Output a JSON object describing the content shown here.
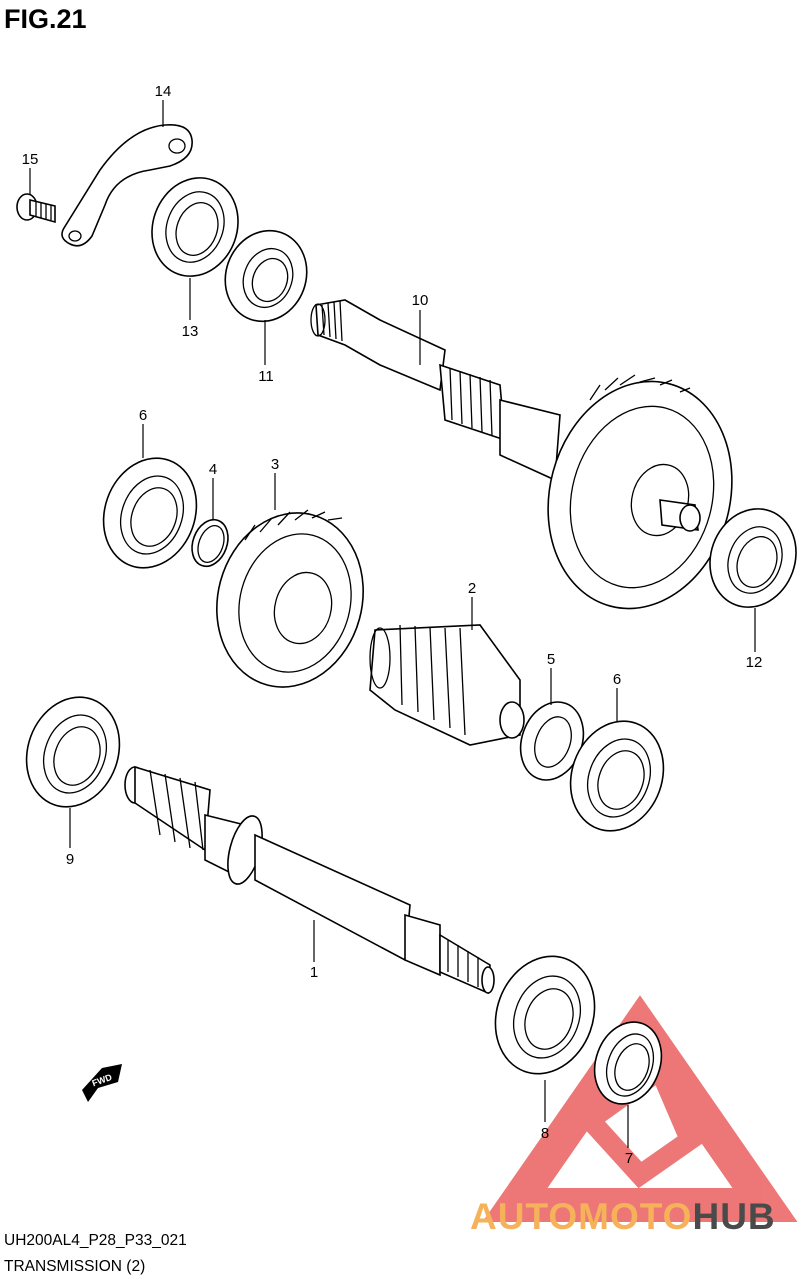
{
  "figure": {
    "title": "FIG.21",
    "code": "UH200AL4_P28_P33_021",
    "name": "TRANSMISSION (2)"
  },
  "callouts": [
    "14",
    "15",
    "13",
    "11",
    "10",
    "6",
    "4",
    "3",
    "12",
    "2",
    "5",
    "6",
    "9",
    "1",
    "8",
    "7"
  ],
  "fwd_label": "FWD",
  "watermark": {
    "part1": "AUTOMOTO",
    "part2": "HUB",
    "color_light": "#f5b25a",
    "color_dark": "#4a4a4a",
    "triangle_color": "#e84a4a"
  }
}
